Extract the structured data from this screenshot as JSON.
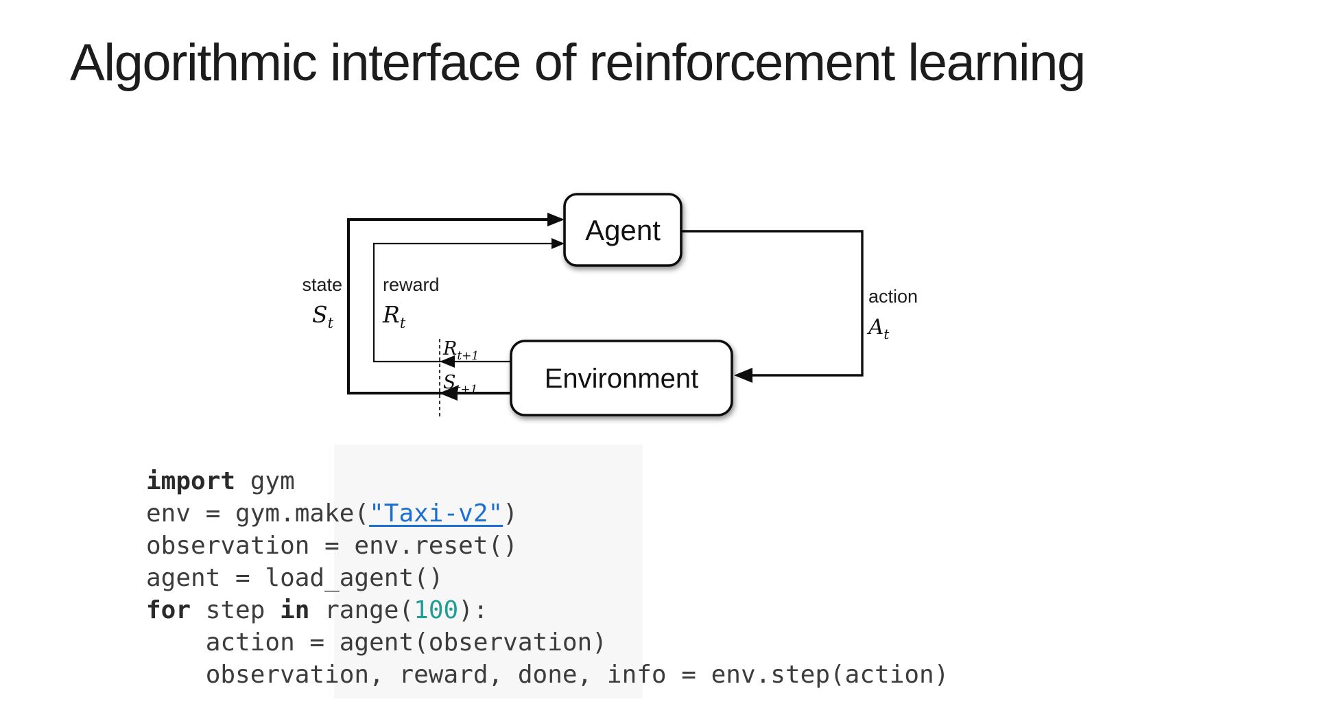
{
  "slide": {
    "title": "Algorithmic interface of reinforcement learning"
  },
  "diagram": {
    "agent_label": "Agent",
    "environment_label": "Environment",
    "state_label": "state",
    "state_symbol": "S",
    "state_sub": "t",
    "reward_label": "reward",
    "reward_symbol": "R",
    "reward_sub": "t",
    "action_label": "action",
    "action_symbol": "A",
    "action_sub": "t",
    "next_reward_symbol": "R",
    "next_reward_sub": "t+1",
    "next_state_symbol": "S",
    "next_state_sub": "t+1"
  },
  "code": {
    "lines": [
      [
        {
          "t": "import",
          "c": "kw"
        },
        {
          "t": " gym",
          "c": "pl"
        }
      ],
      [
        {
          "t": "env = gym.make(",
          "c": "pl"
        },
        {
          "t": "\"Taxi-v2\"",
          "c": "str"
        },
        {
          "t": ")",
          "c": "pl"
        }
      ],
      [
        {
          "t": "observation = env.reset()",
          "c": "pl"
        }
      ],
      [
        {
          "t": "agent = load_agent()",
          "c": "pl"
        }
      ],
      [
        {
          "t": "for",
          "c": "kw"
        },
        {
          "t": " step ",
          "c": "pl"
        },
        {
          "t": "in",
          "c": "kw"
        },
        {
          "t": " range(",
          "c": "pl"
        },
        {
          "t": "100",
          "c": "num"
        },
        {
          "t": "):",
          "c": "pl"
        }
      ],
      [
        {
          "t": "    action = agent(observation)",
          "c": "pl"
        }
      ],
      [
        {
          "t": "    observation, reward, done, info = env.step(action)",
          "c": "pl"
        }
      ]
    ]
  },
  "colors": {
    "link_blue": "#1b6fd3",
    "number_teal": "#1f9e96",
    "line_black": "#0d0d0d",
    "text_gray": "#3c3c3c"
  }
}
